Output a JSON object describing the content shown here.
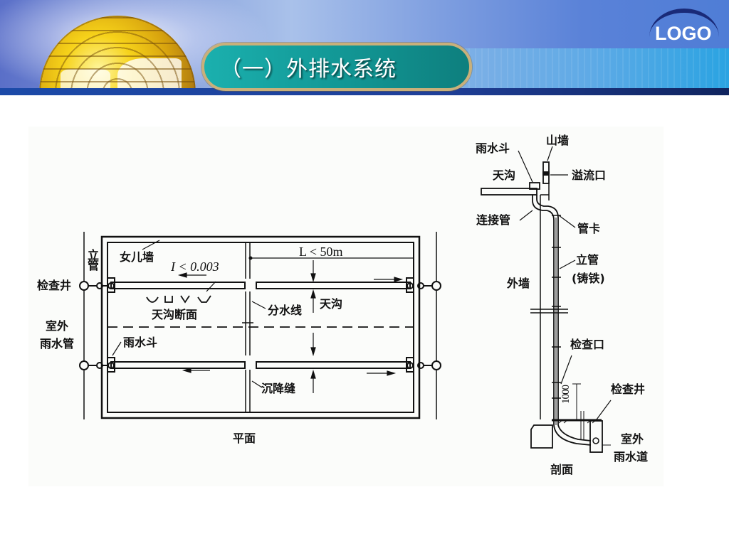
{
  "header": {
    "title": "（一）外排水系统",
    "logo_text": "LOGO",
    "colors": {
      "title_pill": "#129896",
      "title_border": "#c9b07a",
      "header_blue": "#5a82d8",
      "bottom_bar": "#1c4aa8",
      "logo_arc": "#1a2a78"
    }
  },
  "figure": {
    "plan": {
      "caption": "平面",
      "labels": {
        "standpipe": "立管",
        "parapet": "女儿墙",
        "slope": "I < 0.003",
        "length": "L < 50m",
        "inspection_well": "检查井",
        "gutter_section": "天沟断面",
        "divide_line": "分水线",
        "gutter": "天沟",
        "outdoor_rain_pipe_1": "室外",
        "outdoor_rain_pipe_2": "雨水管",
        "rain_hopper": "雨水斗",
        "settlement_joint": "沉降缝"
      }
    },
    "section": {
      "caption": "剖面",
      "labels": {
        "rain_hopper": "雨水斗",
        "gable_wall": "山墙",
        "gutter": "天沟",
        "overflow": "溢流口",
        "connecting_pipe": "连接管",
        "pipe_clamp": "管卡",
        "standpipe": "立管",
        "cast_iron": "(铸铁)",
        "exterior_wall": "外墙",
        "cleanout": "检查口",
        "height_dim": "1000",
        "inspection_well": "检查井",
        "outdoor_rain_drain_1": "室外",
        "outdoor_rain_drain_2": "雨水道"
      }
    }
  }
}
